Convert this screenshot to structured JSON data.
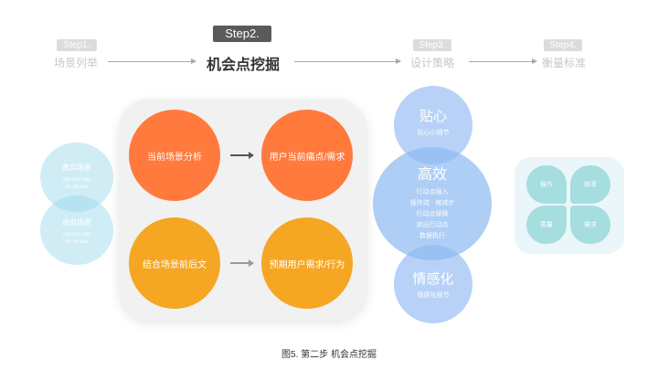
{
  "steps": [
    {
      "badge": "Step1.",
      "name": "场景列举"
    },
    {
      "badge": "Step2.",
      "name": "机会点挖掘"
    },
    {
      "badge": "Step3.",
      "name": "设计策略"
    },
    {
      "badge": "Step4.",
      "name": "衡量标准"
    }
  ],
  "scenes": {
    "left_bubbles": [
      {
        "title": "真实场景",
        "sub1": "xxx xxx xxx",
        "sub2": "xx xx xxx"
      },
      {
        "title": "虚拟场景",
        "sub1": "xxx xxx xxx",
        "sub2": "xx xx xxx"
      }
    ]
  },
  "opportunity": {
    "row1": {
      "from": "当前场景分析",
      "to": "用户当前痛点/需求"
    },
    "row2": {
      "from": "结合场景前后文",
      "to": "预期用户需求/行为"
    }
  },
  "strategy": {
    "top": {
      "title": "贴心",
      "sub": "贴心小细节"
    },
    "middle": {
      "title": "高效",
      "lines": [
        "行动点插入",
        "操作流 · 缩减步",
        "行动点替换",
        "突出行动点",
        "数据执行"
      ]
    },
    "bottom": {
      "title": "情感化",
      "sub": "情感化细节"
    }
  },
  "measure": {
    "quadrants": [
      "操作",
      "效率",
      "质量",
      "需求"
    ]
  },
  "caption": "图5. 第二步 机会点挖掘",
  "colors": {
    "orange": "#ff7a3c",
    "amber": "#f5a623",
    "blue": "#87b4f0",
    "active_badge": "#5a5a5a"
  }
}
